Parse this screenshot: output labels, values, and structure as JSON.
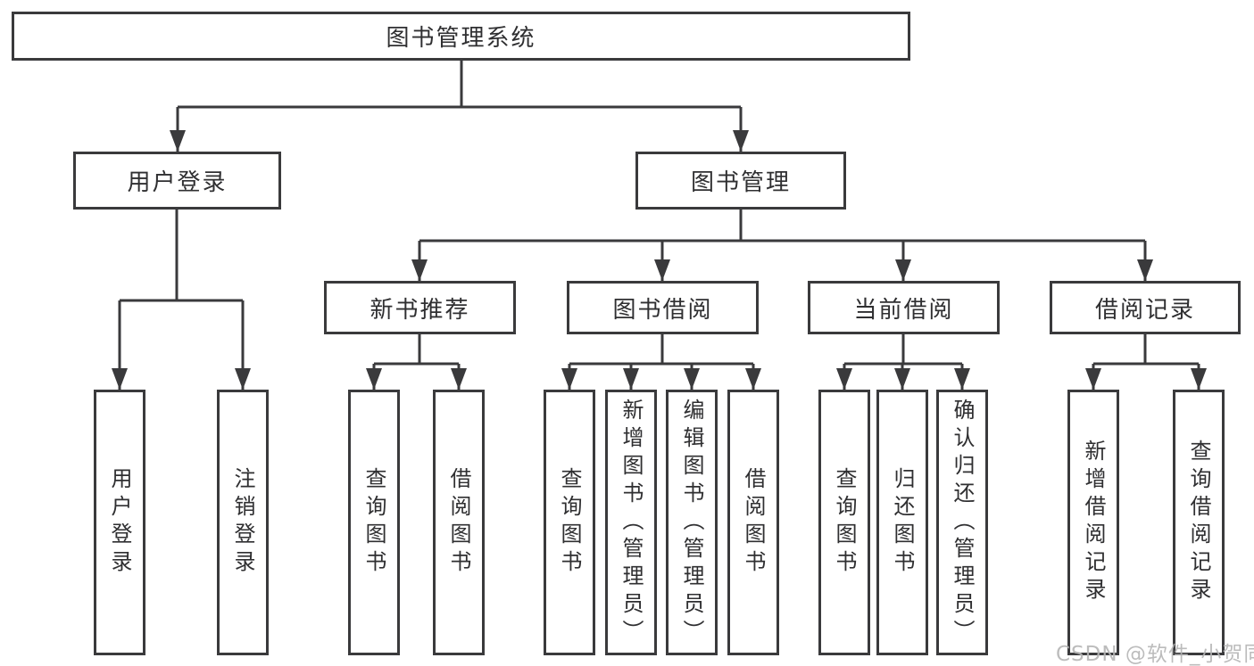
{
  "colors": {
    "line": "#3a3a3c",
    "text": "#2f2f31",
    "watermark_text_color": "#b5b5b5",
    "background": "#ffffff"
  },
  "watermark": "CSDN @软件_小贺同学",
  "tree": {
    "root": {
      "label": "图书管理系统",
      "children": [
        {
          "label": "用户登录",
          "children": [
            {
              "label": "用户登录"
            },
            {
              "label": "注销登录"
            }
          ]
        },
        {
          "label": "图书管理",
          "children": [
            {
              "label": "新书推荐",
              "children": [
                {
                  "label": "查询图书"
                },
                {
                  "label": "借阅图书"
                }
              ]
            },
            {
              "label": "图书借阅",
              "children": [
                {
                  "label": "查询图书"
                },
                {
                  "label": "新增图书（管理员）"
                },
                {
                  "label": "编辑图书（管理员）"
                },
                {
                  "label": "借阅图书"
                }
              ]
            },
            {
              "label": "当前借阅",
              "children": [
                {
                  "label": "查询图书"
                },
                {
                  "label": "归还图书"
                },
                {
                  "label": "确认归还（管理员）"
                }
              ]
            },
            {
              "label": "借阅记录",
              "children": [
                {
                  "label": "新增借阅记录"
                },
                {
                  "label": "查询借阅记录"
                }
              ]
            }
          ]
        }
      ]
    }
  }
}
